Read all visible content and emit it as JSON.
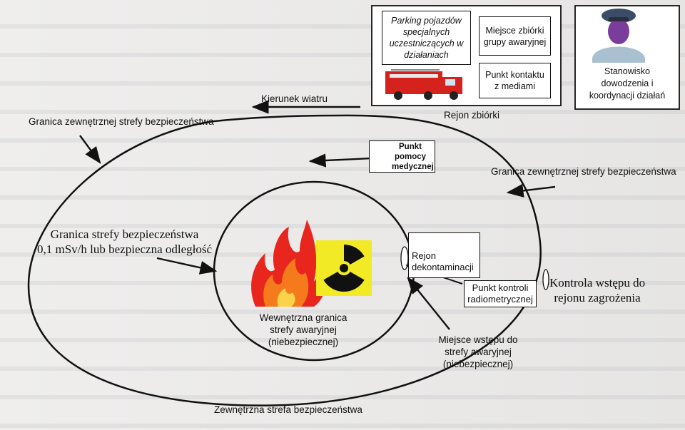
{
  "rally_area": {
    "parking_box": "Parking pojazdów specjalnych uczestniczących w działaniach",
    "assembly_box": "Miejsce zbiórki grupy awaryjnej",
    "media_box": "Punkt kontaktu z mediami",
    "caption": "Rejon zbiórki"
  },
  "command_post": "Stanowisko dowodzenia i koordynacji działań",
  "wind_direction": "Kierunek wiatru",
  "outer_boundary_left": "Granica zewnętrznej strefy bezpieczeństwa",
  "outer_boundary_right": "Granica zewnętrznej strefy bezpieczeństwa",
  "medical_point": "Punkt pomocy medycznej",
  "safety_boundary": {
    "line1": "Granica strefy bezpieczeństwa",
    "line2": "0,1 mSv/h lub bezpieczna odległość"
  },
  "decontamination": "Rejon dekontaminacji",
  "radiometric_point": "Punkt kontroli radiometrycznej",
  "access_control": {
    "line1": "Kontrola wstępu do",
    "line2": "rejonu zagrożenia"
  },
  "inner_boundary": {
    "line1": "Wewnętrzna granica",
    "line2": "strefy awaryjnej",
    "line3": "(niebezpiecznej)"
  },
  "entry_point": {
    "line1": "Miejsce wstępu do",
    "line2": "strefy awaryjnej",
    "line3": "(niebezpiecznej)"
  },
  "outer_zone": "Zewnętrzna strefa bezpieczeństwa",
  "colors": {
    "fire_red": "#e8261e",
    "fire_orange": "#f47a1c",
    "radiation_yellow": "#f1ea24",
    "command_purple": "#6a3fa0",
    "truck_red": "#d6221c"
  },
  "icons": [
    "fire-truck-icon",
    "commander-icon",
    "medic-icon",
    "fire-icon",
    "radiation-icon",
    "decon-worker-icon"
  ]
}
